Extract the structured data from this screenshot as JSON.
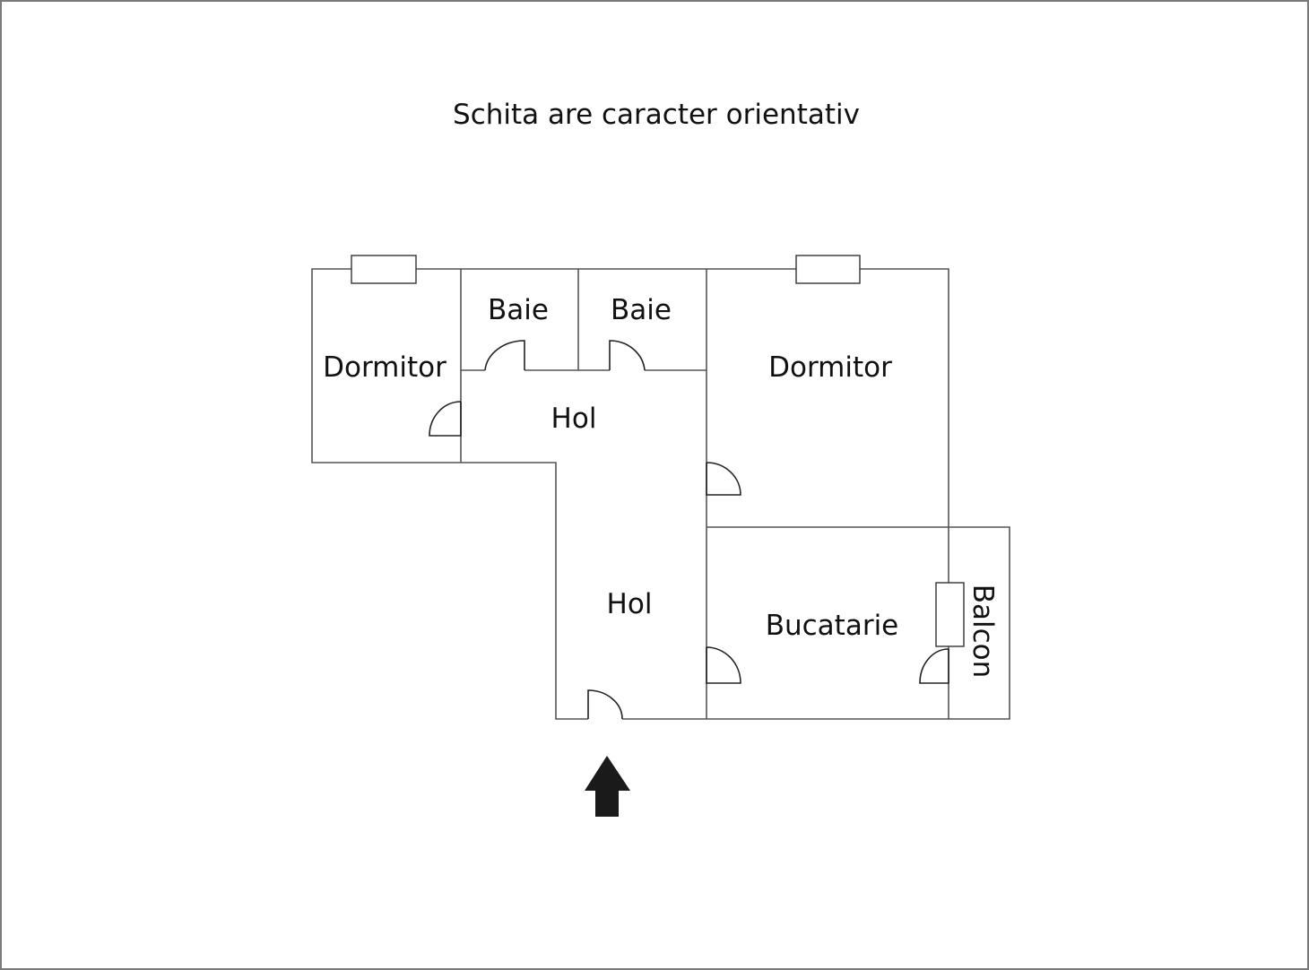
{
  "title": "Schita are caracter orientativ",
  "rooms": {
    "bedroom_left": "Dormitor",
    "bath_1": "Baie",
    "bath_2": "Baie",
    "bedroom_right": "Dormitor",
    "hall_upper": "Hol",
    "hall_lower": "Hol",
    "kitchen": "Bucatarie",
    "balcony": "Balcon"
  },
  "colors": {
    "wall": "#555555",
    "text": "#111111",
    "arrow": "#1a1a1a",
    "frame": "#7a7a7a"
  },
  "icons": {
    "entrance": "entrance-arrow-icon"
  }
}
